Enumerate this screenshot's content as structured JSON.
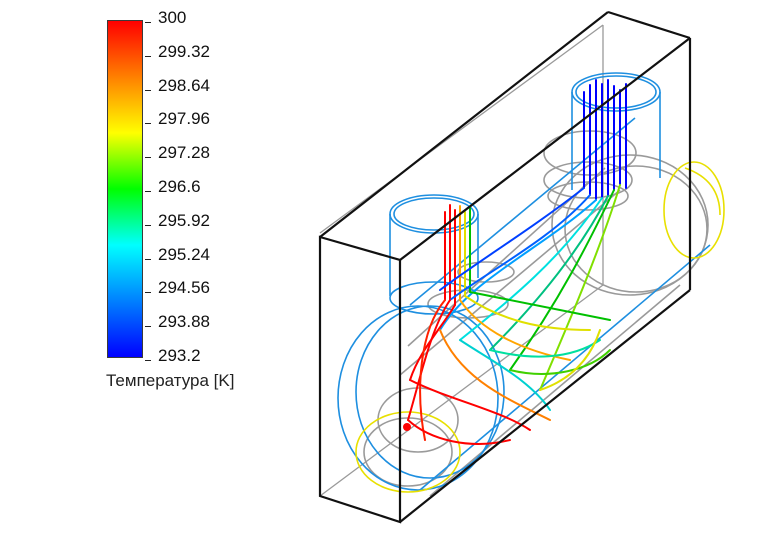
{
  "legend": {
    "title": "Температура [K]",
    "min": 293.2,
    "max": 300,
    "ticks": [
      "300",
      "299.32",
      "298.64",
      "297.96",
      "297.28",
      "296.6",
      "295.92",
      "295.24",
      "294.56",
      "293.88",
      "293.2"
    ],
    "gradient_stops": [
      "#ff0000",
      "#ff8000",
      "#ffff00",
      "#00ff00",
      "#00ffff",
      "#0080ff",
      "#0000ff"
    ]
  },
  "colors": {
    "box_edges": "#111111",
    "hidden_walls": "#9a9a9a",
    "boss_outline_a": "#1e8fe0",
    "boss_outline_b": "#e8e000",
    "hot": "#ff0000",
    "warm": "#ffa500",
    "mid": "#00c000",
    "cool": "#00e0e0",
    "cold": "#0000ff"
  }
}
